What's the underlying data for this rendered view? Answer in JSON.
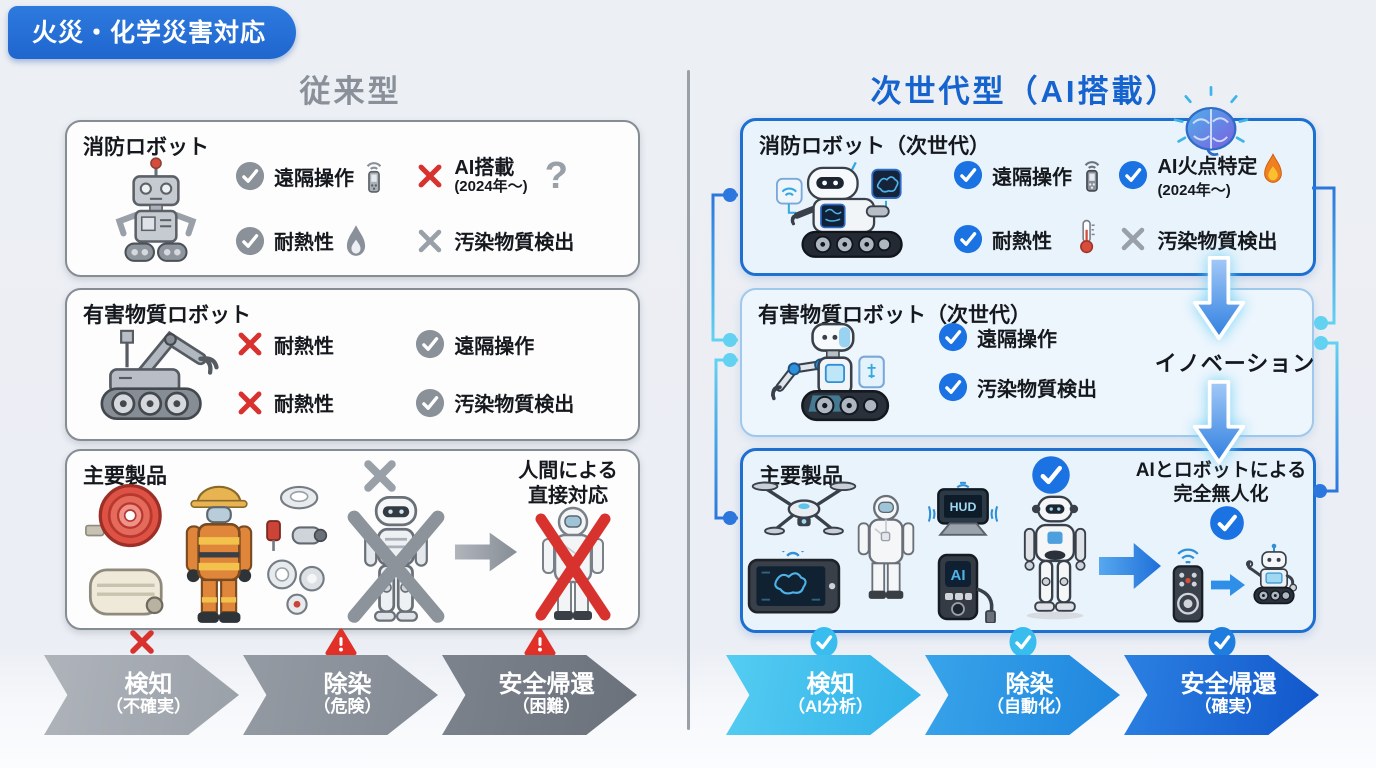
{
  "badge": {
    "label": "火災・化学災害対応"
  },
  "icons": {
    "check": "✓",
    "cross": "✕",
    "warning": "⚠",
    "question": "?"
  },
  "left": {
    "header": "従来型",
    "fire_robot": {
      "title": "消防ロボット",
      "features": [
        {
          "label": "遠隔操作"
        },
        {
          "label": "AI搭載",
          "sub": "(2024年〜)"
        },
        {
          "label": "耐熱性"
        },
        {
          "label": "汚染物質検出"
        }
      ]
    },
    "hazmat_robot": {
      "title": "有害物質ロボット",
      "features": [
        {
          "label": "耐熱性"
        },
        {
          "label": "遠隔操作"
        },
        {
          "label": "耐熱性"
        },
        {
          "label": "汚染物質検出"
        }
      ]
    },
    "products": {
      "title": "主要製品",
      "result_line1": "人間による",
      "result_line2": "直接対応"
    },
    "flow": [
      {
        "label": "検知",
        "sub": "（不確実）"
      },
      {
        "label": "除染",
        "sub": "（危険）"
      },
      {
        "label": "安全帰還",
        "sub": "（困難）"
      }
    ]
  },
  "right": {
    "header": "次世代型（AI搭載）",
    "fire_robot": {
      "title": "消防ロボット（次世代）",
      "features": [
        {
          "label": "遠隔操作"
        },
        {
          "label": "AI火点特定",
          "sub": "(2024年〜)"
        },
        {
          "label": "耐熱性"
        },
        {
          "label": "汚染物質検出"
        }
      ]
    },
    "hazmat_robot": {
      "title": "有害物質ロボット（次世代）",
      "features": [
        {
          "label": "遠隔操作"
        },
        {
          "label": "汚染物質検出"
        }
      ]
    },
    "innovation_label": "イノベーション",
    "products": {
      "title": "主要製品",
      "hud_label": "HUD",
      "ai_label": "AI",
      "result_line1": "AIとロボットによる",
      "result_line2": "完全無人化"
    },
    "flow": [
      {
        "label": "検知",
        "sub": "（AI分析）"
      },
      {
        "label": "除染",
        "sub": "（自動化）"
      },
      {
        "label": "安全帰還",
        "sub": "（確実）"
      }
    ]
  },
  "colors": {
    "accent_blue": "#1d6fd0",
    "cyan": "#3fc3ee",
    "gray": "#8a9099",
    "red": "#d8322e",
    "right_box_bg": "#e9f3fc"
  }
}
